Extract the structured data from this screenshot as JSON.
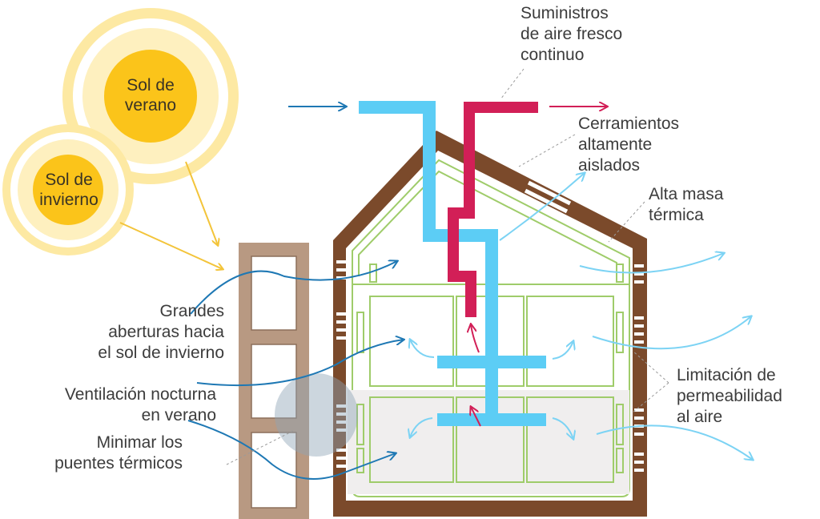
{
  "suns": {
    "summer": "Sol de\nverano",
    "winter": "Sol de\ninvierno"
  },
  "labels": {
    "fresh_air": "Suministros\nde aire fresco\ncontinuo",
    "insulated": "Cerramientos\naltamente\naislados",
    "thermal_mass": "Alta masa\ntérmica",
    "openings": "Grandes\naberturas hacia\nel sol de invierno",
    "night_vent": "Ventilación nocturna\nen verano",
    "bridges": "Minimar los\npuentes térmicos",
    "permeability": "Limitación de\npermeabilidad\nal aire"
  },
  "colors": {
    "sun_inner": "#fbc41a",
    "sun_outer": "#fde9a3",
    "wall_brown": "#7b4a2b",
    "insulation_green": "#9fcc6a",
    "fresh_duct": "#5ccdf5",
    "exhaust_duct": "#d21f57",
    "arrow_blue": "#1e78b4",
    "arrow_light": "#7cd3f4",
    "brick": "#b89982"
  }
}
